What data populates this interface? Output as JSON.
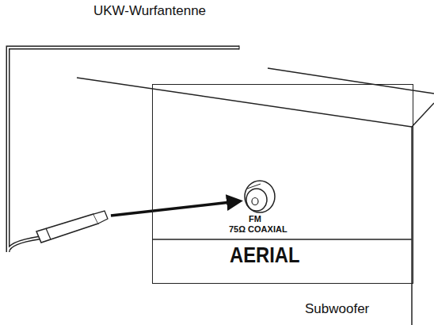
{
  "diagram": {
    "nodes": [
      {
        "text": [
          "FM",
          "75Ω COAXIAL",
          "AERIAL"
        ]
      }
    ],
    "labels": [
      "UKW-Wurfantenne",
      "Subwoofer"
    ]
  }
}
